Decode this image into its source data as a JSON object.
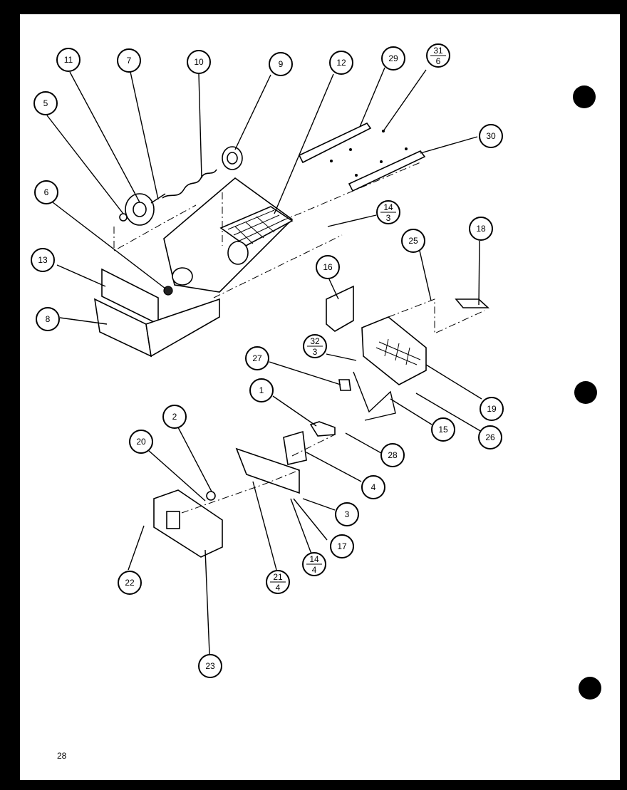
{
  "page": {
    "number": "28"
  },
  "callouts": [
    {
      "id": "11",
      "label": "11"
    },
    {
      "id": "7",
      "label": "7"
    },
    {
      "id": "10",
      "label": "10"
    },
    {
      "id": "9",
      "label": "9"
    },
    {
      "id": "12",
      "label": "12"
    },
    {
      "id": "29",
      "label": "29"
    },
    {
      "id": "31-6",
      "label_top": "31",
      "label_bottom": "6"
    },
    {
      "id": "5",
      "label": "5"
    },
    {
      "id": "30",
      "label": "30"
    },
    {
      "id": "6",
      "label": "6"
    },
    {
      "id": "14-3",
      "label_top": "14",
      "label_bottom": "3"
    },
    {
      "id": "25",
      "label": "25"
    },
    {
      "id": "18",
      "label": "18"
    },
    {
      "id": "13",
      "label": "13"
    },
    {
      "id": "16",
      "label": "16"
    },
    {
      "id": "8",
      "label": "8"
    },
    {
      "id": "32-3",
      "label_top": "32",
      "label_bottom": "3"
    },
    {
      "id": "27",
      "label": "27"
    },
    {
      "id": "19",
      "label": "19"
    },
    {
      "id": "1",
      "label": "1"
    },
    {
      "id": "15",
      "label": "15"
    },
    {
      "id": "26",
      "label": "26"
    },
    {
      "id": "2",
      "label": "2"
    },
    {
      "id": "28",
      "label": "28"
    },
    {
      "id": "20",
      "label": "20"
    },
    {
      "id": "4",
      "label": "4"
    },
    {
      "id": "3",
      "label": "3"
    },
    {
      "id": "17",
      "label": "17"
    },
    {
      "id": "14-4",
      "label_top": "14",
      "label_bottom": "4"
    },
    {
      "id": "21-4",
      "label_top": "21",
      "label_bottom": "4"
    },
    {
      "id": "22",
      "label": "22"
    },
    {
      "id": "23",
      "label": "23"
    }
  ]
}
